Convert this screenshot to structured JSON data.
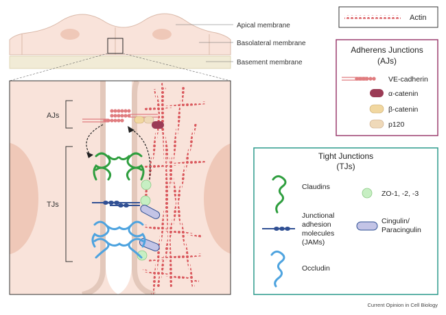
{
  "labels": {
    "apical": "Apical membrane",
    "basolateral": "Basolateral membrane",
    "basement": "Basement membrane",
    "ajs_short": "AJs",
    "tjs_short": "TJs",
    "credit": "Current Opinion in Cell Biology"
  },
  "legend_actin": {
    "label": "Actin"
  },
  "legend_aj": {
    "title_line1": "Adherens Junctions",
    "title_line2": "(AJs)",
    "items": [
      "VE-cadherin",
      "α-catenin",
      "β-catenin",
      "p120"
    ]
  },
  "legend_tj": {
    "title_line1": "Tight Junctions",
    "title_line2": "(TJs)",
    "claudins": "Claudins",
    "jams": [
      "Junctional",
      "adhesion",
      "molecules",
      "(JAMs)"
    ],
    "occludin": "Occludin",
    "zo": "ZO-1, -2, -3",
    "cingulin": [
      "Cingulin/",
      "Paracingulin"
    ]
  },
  "colors": {
    "cell_fill": "#f9e3da",
    "cell_stroke": "#d9b8a8",
    "nucleus": "#efc8b8",
    "basement": "#f1ebd6",
    "actin": "#d9575c",
    "cadherin": "#e07c7f",
    "alpha_catenin": "#9b3b55",
    "beta_catenin": "#f1d7a0",
    "p120": "#efd9b9",
    "claudin": "#2e9e3e",
    "jam": "#2f4f93",
    "occludin": "#4da3df",
    "zo": "#c7efc3",
    "cingulin": "#c3c4e6",
    "aj_box": "#9b3d6e",
    "tj_box": "#2c9a8c"
  }
}
